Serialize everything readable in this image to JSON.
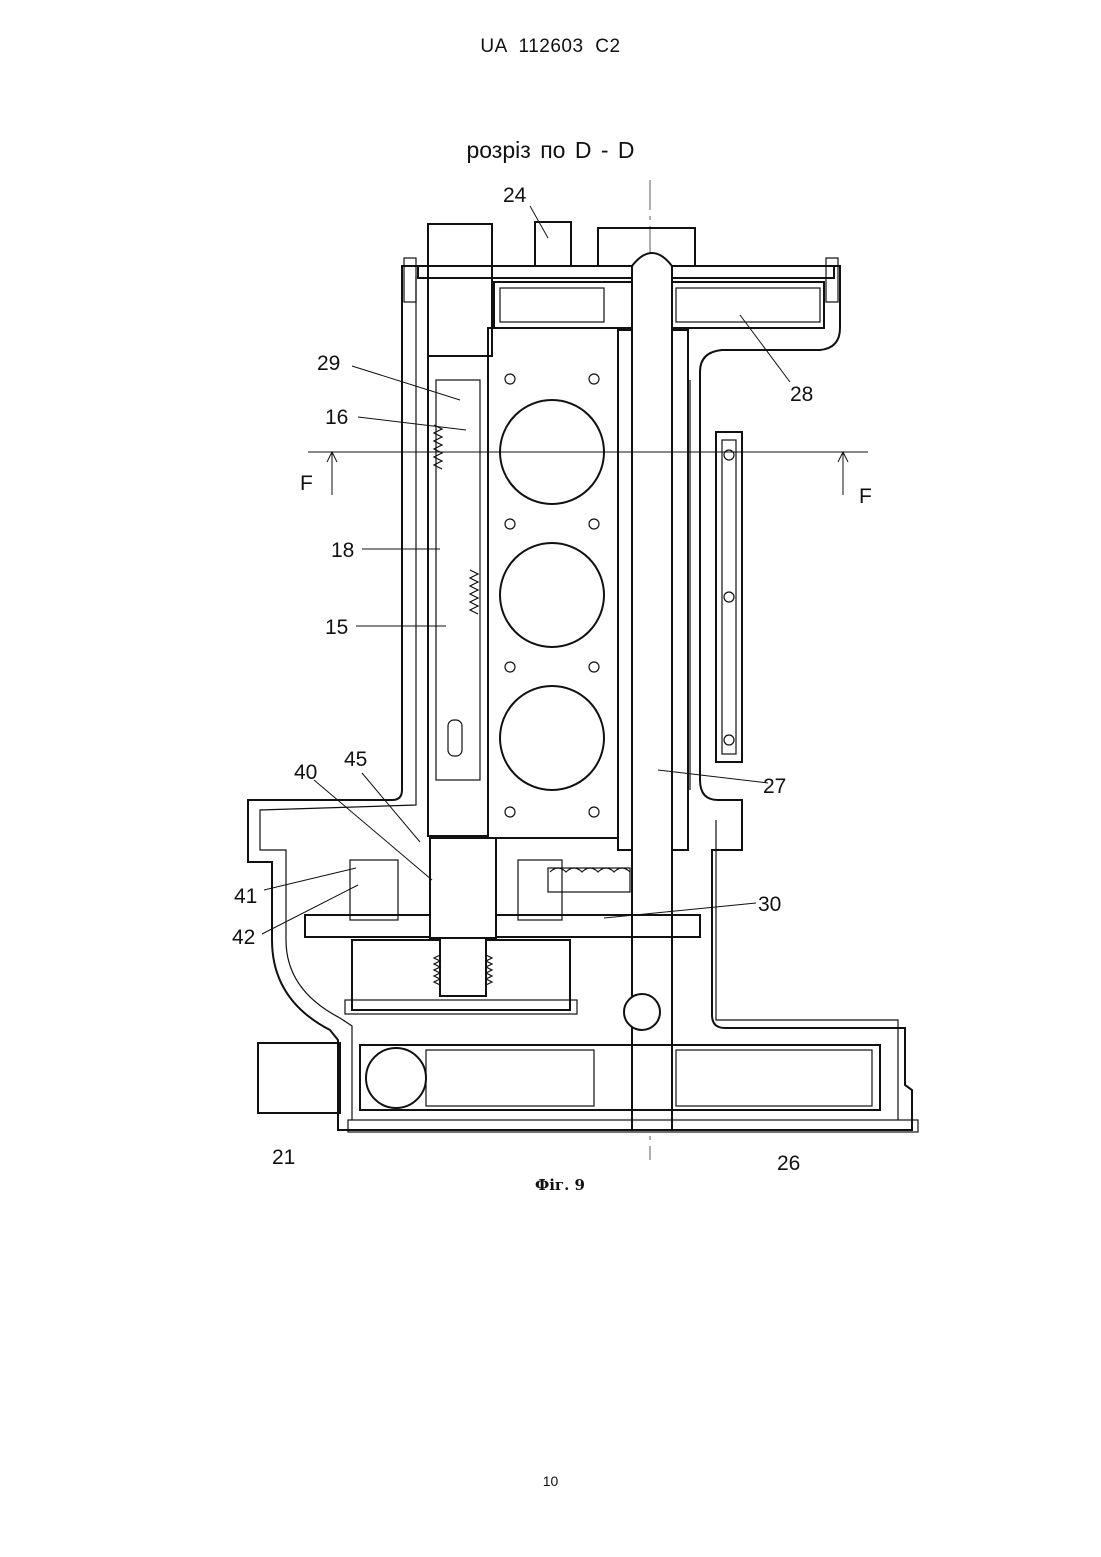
{
  "header": {
    "text": "UA   112603   C2"
  },
  "section_title": "розріз  по  D - D",
  "section_marker": "F",
  "callouts": [
    {
      "id": "c24",
      "text": "24"
    },
    {
      "id": "c29",
      "text": "29"
    },
    {
      "id": "c16",
      "text": "16"
    },
    {
      "id": "c28",
      "text": "28"
    },
    {
      "id": "c18",
      "text": "18"
    },
    {
      "id": "c15",
      "text": "15"
    },
    {
      "id": "c40",
      "text": "40"
    },
    {
      "id": "c45",
      "text": "45"
    },
    {
      "id": "c27",
      "text": "27"
    },
    {
      "id": "c41",
      "text": "41"
    },
    {
      "id": "c42",
      "text": "42"
    },
    {
      "id": "c30",
      "text": "30"
    },
    {
      "id": "c21",
      "text": "21"
    },
    {
      "id": "c26",
      "text": "26"
    }
  ],
  "figure_caption": "Фіг. 9",
  "page_number": "10"
}
